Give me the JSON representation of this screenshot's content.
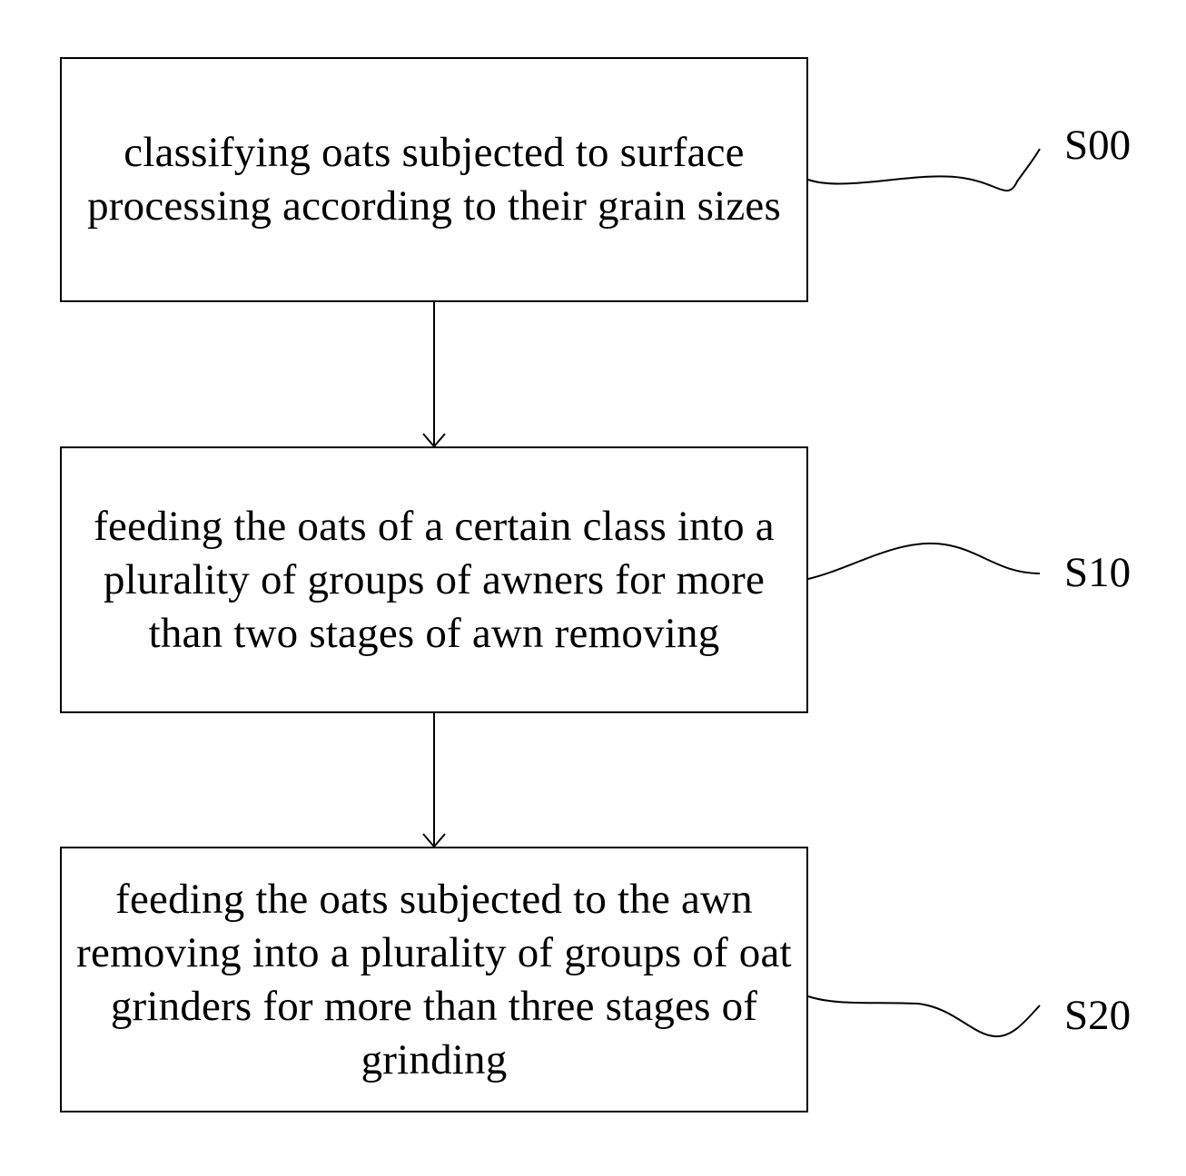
{
  "steps": [
    {
      "id": "S00",
      "text": "classifying oats subjected to surface processing according to their grain sizes"
    },
    {
      "id": "S10",
      "text": "feeding the oats of a certain class into a plurality of groups of awners for more than two stages of awn removing"
    },
    {
      "id": "S20",
      "text": "feeding the oats subjected to the awn removing into a plurality of groups of oat grinders for more than three stages of grinding"
    }
  ]
}
